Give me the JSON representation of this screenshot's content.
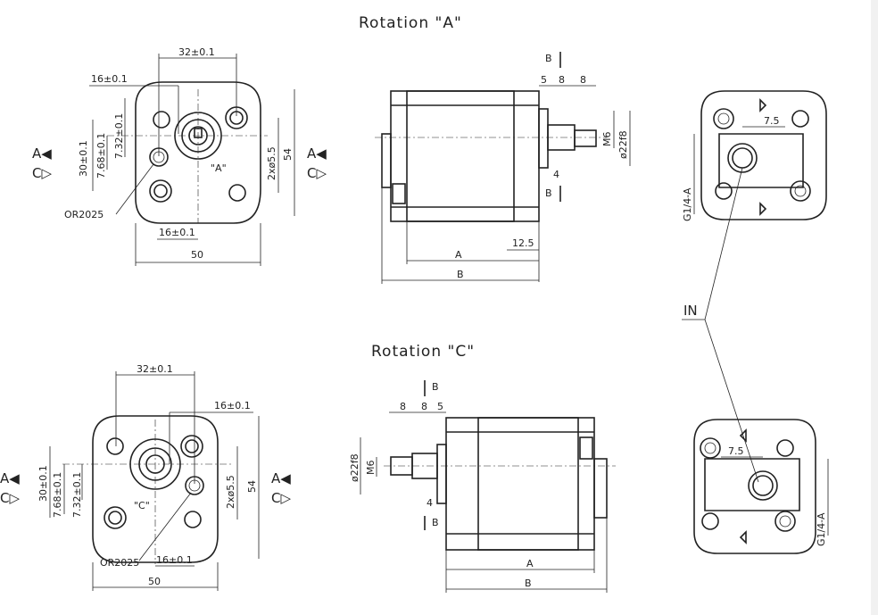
{
  "titles": {
    "rotation_a": "Rotation \"A\"",
    "rotation_c": "Rotation \"C\""
  },
  "front_a": {
    "dims": {
      "top": "32±0.1",
      "top_small": "16±0.1",
      "v_30": "30±0.1",
      "v_768": "7.68±0.1",
      "v_732": "7.32±0.1",
      "holes": "2xø5.5",
      "height": "54",
      "bottom_small": "16±0.1",
      "width": "50",
      "oring": "OR2025",
      "rot_mark": "\"A\""
    },
    "arrow_a_left": "A◀",
    "arrow_c_left": "C▷",
    "arrow_a_right": "A◀",
    "arrow_c_right": "C▷"
  },
  "side_a": {
    "section_top": "B",
    "section_bottom": "B",
    "dims": {
      "d5": "5",
      "d8a": "8",
      "d8b": "8",
      "m6": "M6",
      "shaft": "ø22f8",
      "d4": "4",
      "d125": "12.5",
      "a": "A",
      "b": "B"
    }
  },
  "rear_a": {
    "dim_75": "7.5",
    "port": "G1/4-A"
  },
  "in_label": "IN",
  "front_c": {
    "dims": {
      "top": "32±0.1",
      "top_small": "16±0.1",
      "v_30": "30±0.1",
      "v_768": "7.68±0.1",
      "v_732": "7.32±0.1",
      "holes": "2xø5.5",
      "height": "54",
      "bottom_small": "16±0.1",
      "width": "50",
      "oring": "OR2025",
      "rot_mark": "\"C\""
    },
    "arrow_a_left": "A◀",
    "arrow_c_left": "C▷",
    "arrow_a_right": "A◀",
    "arrow_c_right": "C▷"
  },
  "side_c": {
    "section_top": "B",
    "section_bottom": "B",
    "dims": {
      "d8a": "8",
      "d8b": "8",
      "d5": "5",
      "shaft": "ø22f8",
      "m6": "M6",
      "d4": "4",
      "a": "A",
      "b": "B"
    }
  },
  "rear_c": {
    "dim_75": "7.5",
    "port": "G1/4-A"
  }
}
